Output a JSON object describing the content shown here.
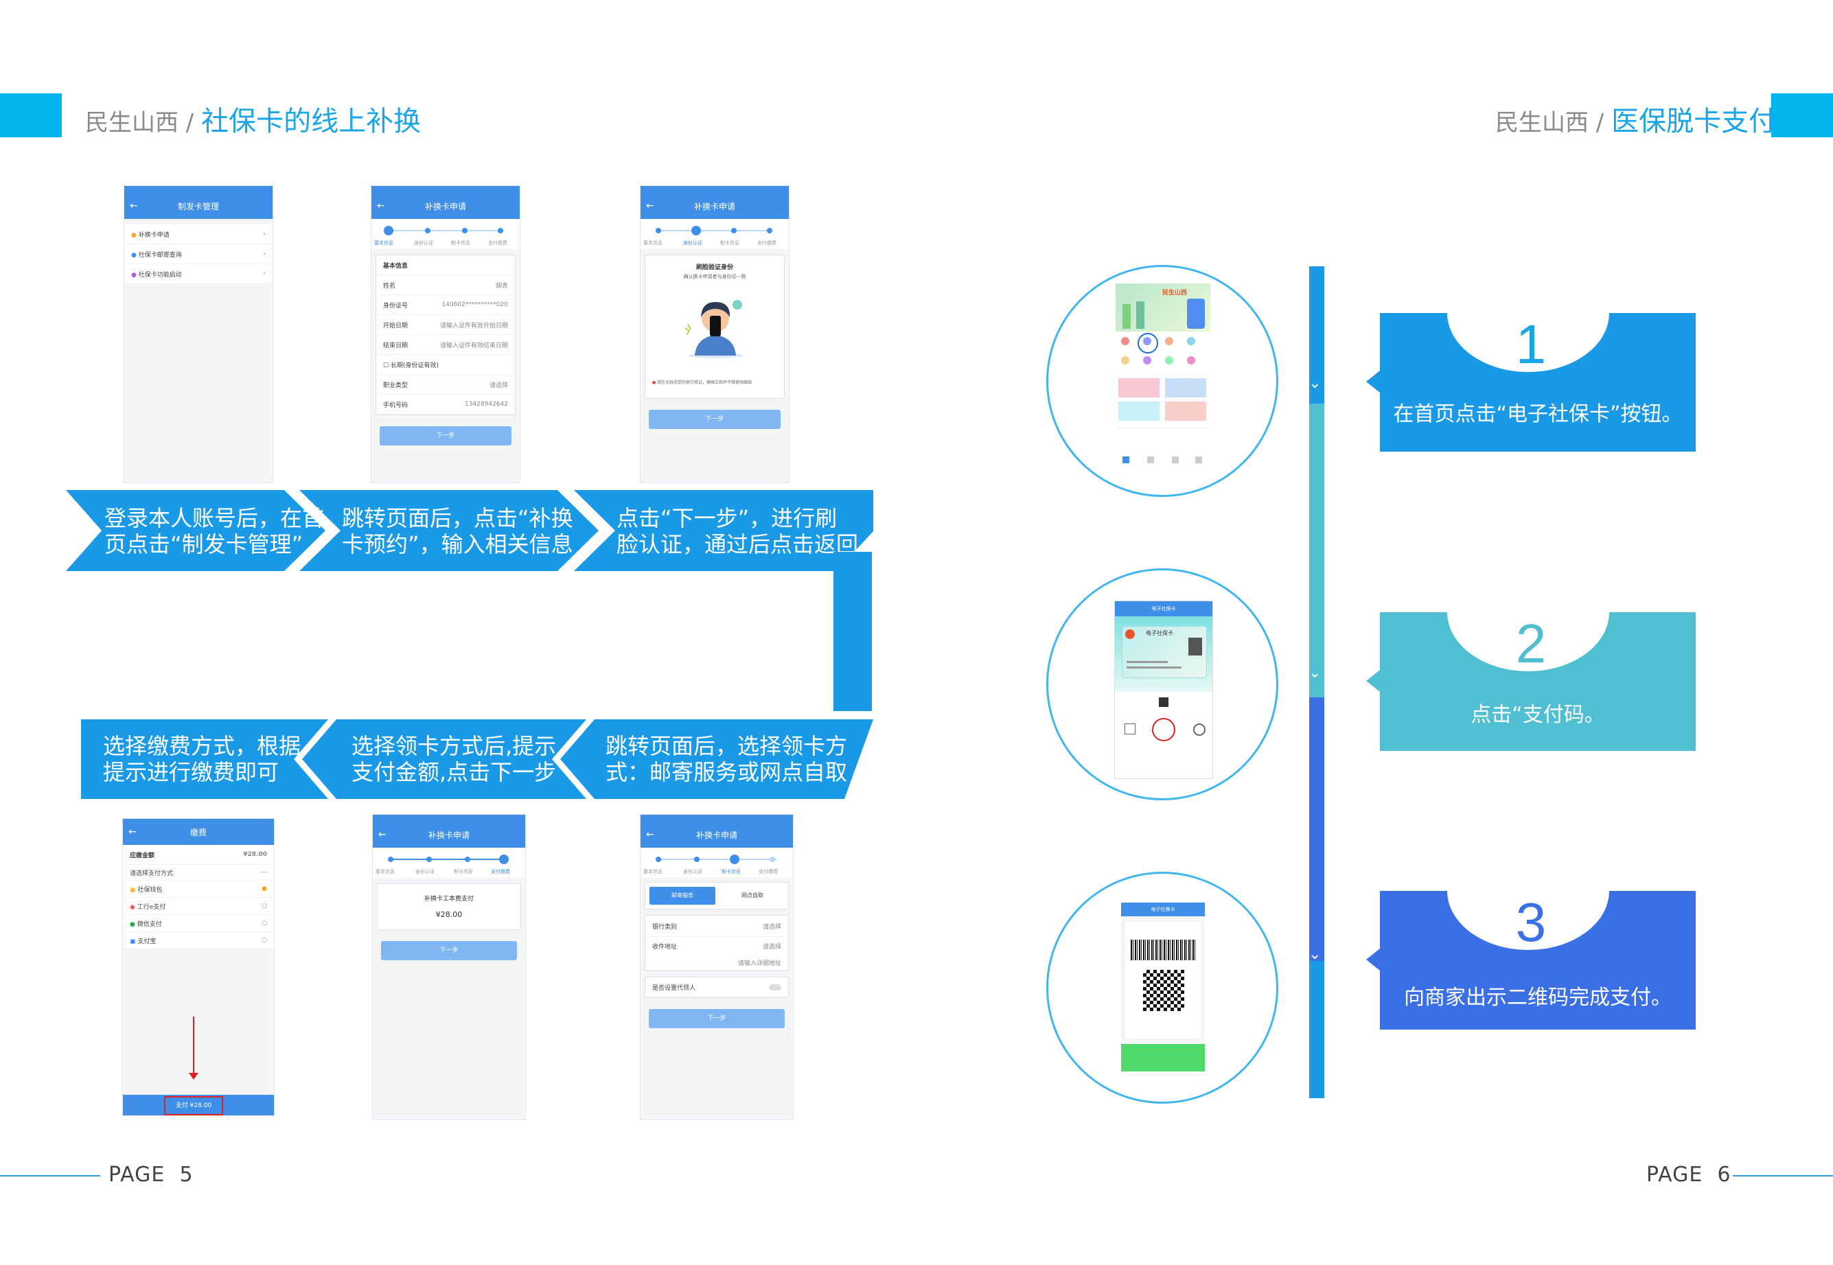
{
  "left_page": {
    "brand": "民生山西 /",
    "topic": "社保卡的线上补换",
    "page_label": "PAGE  5"
  },
  "right_page": {
    "brand": "民生山西 /",
    "topic": "医保脱卡支付",
    "page_label": "PAGE  6"
  },
  "phone1": {
    "title": "制发卡管理",
    "items": [
      "补换卡申请",
      "社保卡邮寄查询",
      "社保卡功能启动"
    ]
  },
  "phone2": {
    "title": "补换卡申请",
    "steps": [
      "基本信息",
      "身份认证",
      "制卡信息",
      "支付缴费"
    ],
    "section": "基本信息",
    "rows": [
      {
        "label": "姓名",
        "value": "胡青"
      },
      {
        "label": "身份证号",
        "value": "140602**********020"
      },
      {
        "label": "开始日期",
        "value": "请输入证件有效开始日期"
      },
      {
        "label": "结束日期",
        "value": "请输入证件有效结束日期"
      },
      {
        "label": "长期(身份证有效)",
        "value": ""
      },
      {
        "label": "职业类型",
        "value": "请选择"
      },
      {
        "label": "手机号码",
        "value": "13428942642"
      }
    ],
    "button": "下一步"
  },
  "phone3": {
    "title": "补换卡申请",
    "steps": [
      "基本信息",
      "身份认证",
      "制卡信息",
      "支付缴费"
    ],
    "card_title": "刷脸验证身份",
    "card_sub": "确认换卡申请者与身份证一致",
    "note": "请在光线充足的地方验证，确保正脸并不得遮挡面部",
    "button": "下一步"
  },
  "phone4": {
    "title": "缴费",
    "amount_label": "应缴金额",
    "amount": "¥28.00",
    "pay_label": "请选择支付方式",
    "methods": [
      "社保钱包",
      "工行e支付",
      "微信支付",
      "支付宝"
    ],
    "pay_button": "支付 ¥28.00"
  },
  "phone5": {
    "title": "补换卡申请",
    "steps": [
      "基本信息",
      "身份认证",
      "制卡信息",
      "支付缴费"
    ],
    "fee_label": "补换卡工本费支付",
    "fee": "¥28.00",
    "button": "下一步"
  },
  "phone6": {
    "title": "补换卡申请",
    "steps": [
      "基本信息",
      "身份认证",
      "制卡信息",
      "支付缴费"
    ],
    "tabs": [
      "邮寄服务",
      "网点自取"
    ],
    "rows": [
      {
        "label": "银行类别",
        "value": "请选择"
      },
      {
        "label": "收件地址",
        "value": "请选择"
      },
      {
        "label": "",
        "value": "请输入详细地址"
      }
    ],
    "agent_label": "是否设置代领人",
    "button": "下一步"
  },
  "arrows_top": [
    {
      "line1": "登录本人账号后，在首",
      "line2": "页点击“制发卡管理”"
    },
    {
      "line1": "跳转页面后，点击“补换",
      "line2": "卡预约”，输入相关信息"
    },
    {
      "line1": "点击“下一步”，进行刷",
      "line2": "脸认证，通过后点击返回"
    }
  ],
  "arrows_bottom": [
    {
      "line1": "选择缴费方式，根据",
      "line2": "提示进行缴费即可"
    },
    {
      "line1": "选择领卡方式后,提示",
      "line2": "支付金额,点击下一步"
    },
    {
      "line1": "跳转页面后，选择领卡方",
      "line2": "式：邮寄服务或网点自取"
    }
  ],
  "right_steps": [
    {
      "num": "1",
      "text": "在首页点击“电子社保卡”按钮。",
      "color": "#1aa6e6"
    },
    {
      "num": "2",
      "text": "点击“支付码。",
      "color": "#4fbfd1"
    },
    {
      "num": "3",
      "text": "向商家出示二维码完成支付。",
      "color": "#3a6fe6"
    }
  ],
  "mini_app": {
    "banner": "民生山西",
    "ecard_title": "电子社保卡",
    "ecard_bar": "电子社保卡",
    "paycode_bar": "电子社保卡"
  }
}
